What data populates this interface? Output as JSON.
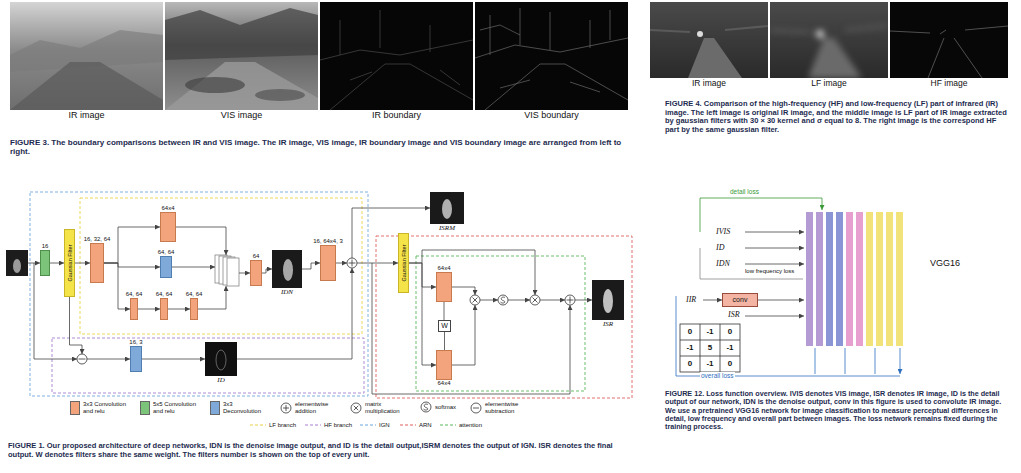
{
  "diagram": {
    "caption": "FIGURE 1. Our proposed architecture of deep networks, IDN is the denoise image output, and ID is the detail output,ISRM denotes the output of IGN. ISR denotes the final output. W denotes filters share the same weight. The filters number is shown on the top of every unit.",
    "nodes": [
      {
        "text": [
          "IR image"
        ]
      },
      {
        "text": [
          "VIS image"
        ]
      },
      {
        "text": [
          "IR boundary"
        ]
      },
      {
        "text": [
          "VIS boundary"
        ]
      },
      {
        "text": [
          "IR image"
        ]
      },
      {
        "text": [
          "LF image"
        ]
      },
      {
        "text": [
          "HF image"
        ]
      },
      {
        "text": [
          "16"
        ]
      },
      {
        "text": [
          "Gaussian Filter"
        ]
      },
      {
        "text": [
          "16, 32, 64"
        ]
      },
      {
        "text": [
          "64x4"
        ]
      },
      {
        "text": [
          "64, 64"
        ]
      },
      {
        "text": [
          "64, 64"
        ]
      },
      {
        "text": [
          "64, 64"
        ]
      },
      {
        "text": [
          "64, 64"
        ]
      },
      {
        "text": [
          "64"
        ]
      },
      {
        "text": [
          "IDN"
        ]
      },
      {
        "text": [
          "16, 64x4, 3"
        ]
      },
      {
        "text": [
          "16, 3"
        ]
      },
      {
        "text": [
          "ID"
        ]
      },
      {
        "text": [
          "ISRM"
        ]
      },
      {
        "text": [
          "Gaussian Filter"
        ]
      },
      {
        "text": [
          "64x4"
        ]
      },
      {
        "text": [
          "W"
        ]
      },
      {
        "text": [
          "64x4"
        ]
      },
      {
        "text": [
          "ISR"
        ]
      },
      {
        "text": [
          "conv"
        ]
      }
    ],
    "edges": [
      {
        "from": 7,
        "to": 8,
        "arrow": "to"
      },
      {
        "from": 8,
        "to": 9,
        "arrow": "to"
      },
      {
        "from": 9,
        "to": 10,
        "arrow": "to"
      },
      {
        "from": 9,
        "to": 11,
        "arrow": "to"
      },
      {
        "from": 9,
        "to": 12,
        "arrow": "to"
      },
      {
        "from": 12,
        "to": 13,
        "arrow": "to"
      },
      {
        "from": 13,
        "to": 14,
        "arrow": "to"
      },
      {
        "from": 15,
        "to": 16,
        "arrow": "to"
      },
      {
        "from": 16,
        "to": 17,
        "arrow": "to"
      },
      {
        "from": 18,
        "to": 19,
        "arrow": "to"
      },
      {
        "from": 21,
        "to": 22,
        "arrow": "to"
      },
      {
        "from": 21,
        "to": 24,
        "arrow": "to"
      },
      {
        "from": 22,
        "to": 23,
        "arrow": "none"
      },
      {
        "from": 23,
        "to": 24,
        "arrow": "none"
      }
    ],
    "labels": [
      "FIGURE 3. The boundary comparisons between IR and VIS image. The IR image, VIS image, IR boundary image and VIS boundary image are arranged from left to right.",
      "FIGURE 4. Comparison of the high-frequency (HF) and low-frequency (LF) part of infrared (IR) image. The left image is original IR image, and the middle image is LF part of IR image extracted by gaussian filters with 30 × 30 kernel and σ equal to 8. The right image is the correspond HF part by the same gaussian filter.",
      "IVIS",
      "ID",
      "IDN",
      "detail loss",
      "low frequency loss",
      "IIR",
      "ISR",
      "0",
      "-1",
      "0",
      "-1",
      "5",
      "-1",
      "0",
      "-1",
      "0",
      "overall loss",
      "VGG16",
      "FIGURE 12. Loss function overview. IVIS denotes VIS image, ISR denotes IR image, ID is the detail output of our network, IDN is the denoise output, conv in this figure is used to convolute IR image. We use a pretrained VGG16 network for image classification to measure perceptual differences in detail, low frequency and overall part between images. The loss network remains fixed during the training process."
    ],
    "legend": [
      {
        "text": "3x3 Convolution and relu",
        "color": "#f4a47c"
      },
      {
        "text": "5x5 Convolution and relu",
        "color": "#7cc47a"
      },
      {
        "text": "3x3 Deconvolution",
        "color": "#7fa9d9"
      },
      {
        "text": "elementwise addition"
      },
      {
        "text": "matrix multiplication"
      },
      {
        "text": "softmax"
      },
      {
        "text": "elementwise subtraction"
      },
      {
        "text": "LF branch"
      },
      {
        "text": "HF branch"
      },
      {
        "text": "IGN"
      },
      {
        "text": "ARN"
      },
      {
        "text": "attention"
      }
    ]
  }
}
